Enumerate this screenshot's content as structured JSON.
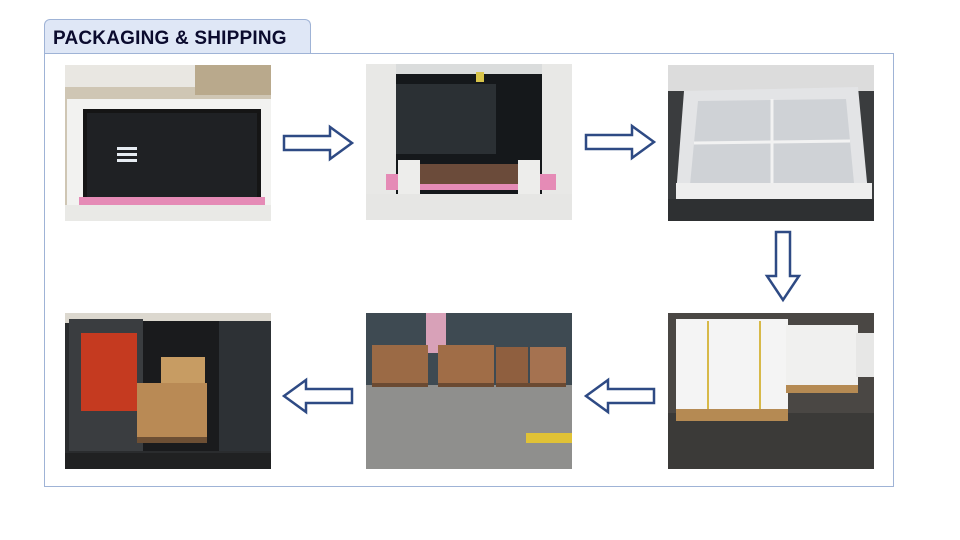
{
  "header": {
    "title": "PACKAGING & SHIPPING"
  },
  "colors": {
    "frame_border": "#9fb3d6",
    "tab_fill": "#dfe7f6",
    "title_text": "#0b0b2e",
    "arrow_stroke": "#2e4a84"
  },
  "steps": [
    {
      "icon": "panel-on-foam-base-photo"
    },
    {
      "icon": "panel-with-foam-corners-photo"
    },
    {
      "icon": "foam-covered-panel-photo"
    },
    {
      "icon": "palletized-foam-stacks-photo"
    },
    {
      "icon": "wooden-crates-photo"
    },
    {
      "icon": "truck-loading-photo"
    }
  ],
  "flow_arrows": [
    "arrow-right-icon",
    "arrow-right-icon",
    "arrow-down-icon",
    "arrow-left-icon",
    "arrow-left-icon"
  ]
}
